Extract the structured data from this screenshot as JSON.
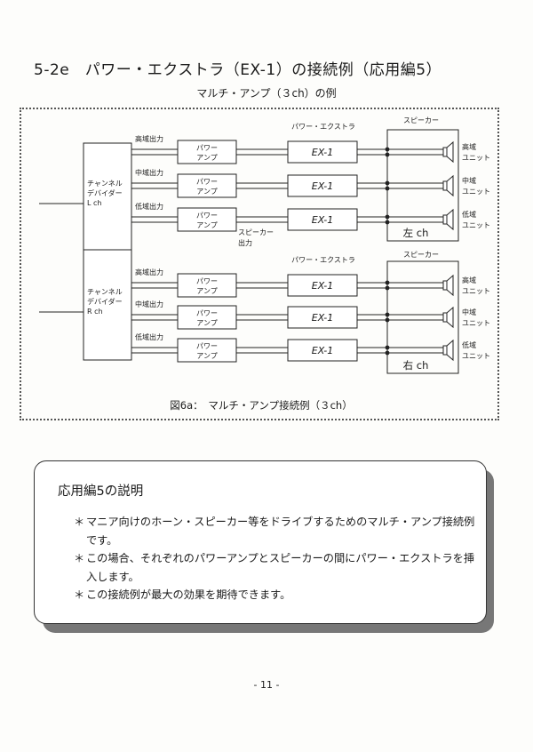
{
  "page": {
    "title": "5-2e　パワー・エクストラ（EX-1）の接続例（応用編5）",
    "subtitle": "マルチ・アンプ（３ch）の例",
    "page_number": "- 11 -"
  },
  "diagram": {
    "caption": "図6a：　マルチ・アンプ接続例（３ch）",
    "extra_label": "パワー・エクストラ",
    "speaker_label": "スピーカー",
    "speaker_out_label": [
      "スピーカー",
      "出力"
    ],
    "amp_label": [
      "パワー",
      "アンプ"
    ],
    "ex_label": "EX-1",
    "channels": [
      {
        "divider": [
          "チャンネル",
          "デバイダー",
          "L ch"
        ],
        "outputs": [
          "高域出力",
          "中域出力",
          "低域出力"
        ],
        "units": [
          [
            "高域",
            "ユニット"
          ],
          [
            "中域",
            "ユニット"
          ],
          [
            "低域",
            "ユニット"
          ]
        ],
        "ch_label": "左 ch"
      },
      {
        "divider": [
          "チャンネル",
          "デバイダー",
          "R ch"
        ],
        "outputs": [
          "高域出力",
          "中域出力",
          "低域出力"
        ],
        "units": [
          [
            "高域",
            "ユニット"
          ],
          [
            "中域",
            "ユニット"
          ],
          [
            "低域",
            "ユニット"
          ]
        ],
        "ch_label": "右 ch"
      }
    ]
  },
  "explanation": {
    "title": "応用編5の説明",
    "items": [
      {
        "bullet": "＊",
        "text": "マニア向けのホーン・スピーカー等をドライブするためのマルチ・アンプ接続例です。"
      },
      {
        "bullet": "＊",
        "text": "この場合、それぞれのパワーアンプとスピーカーの間にパワー・エクストラを挿入します。"
      },
      {
        "bullet": "＊",
        "text": "この接続例が最大の効果を期待できます。"
      }
    ]
  }
}
